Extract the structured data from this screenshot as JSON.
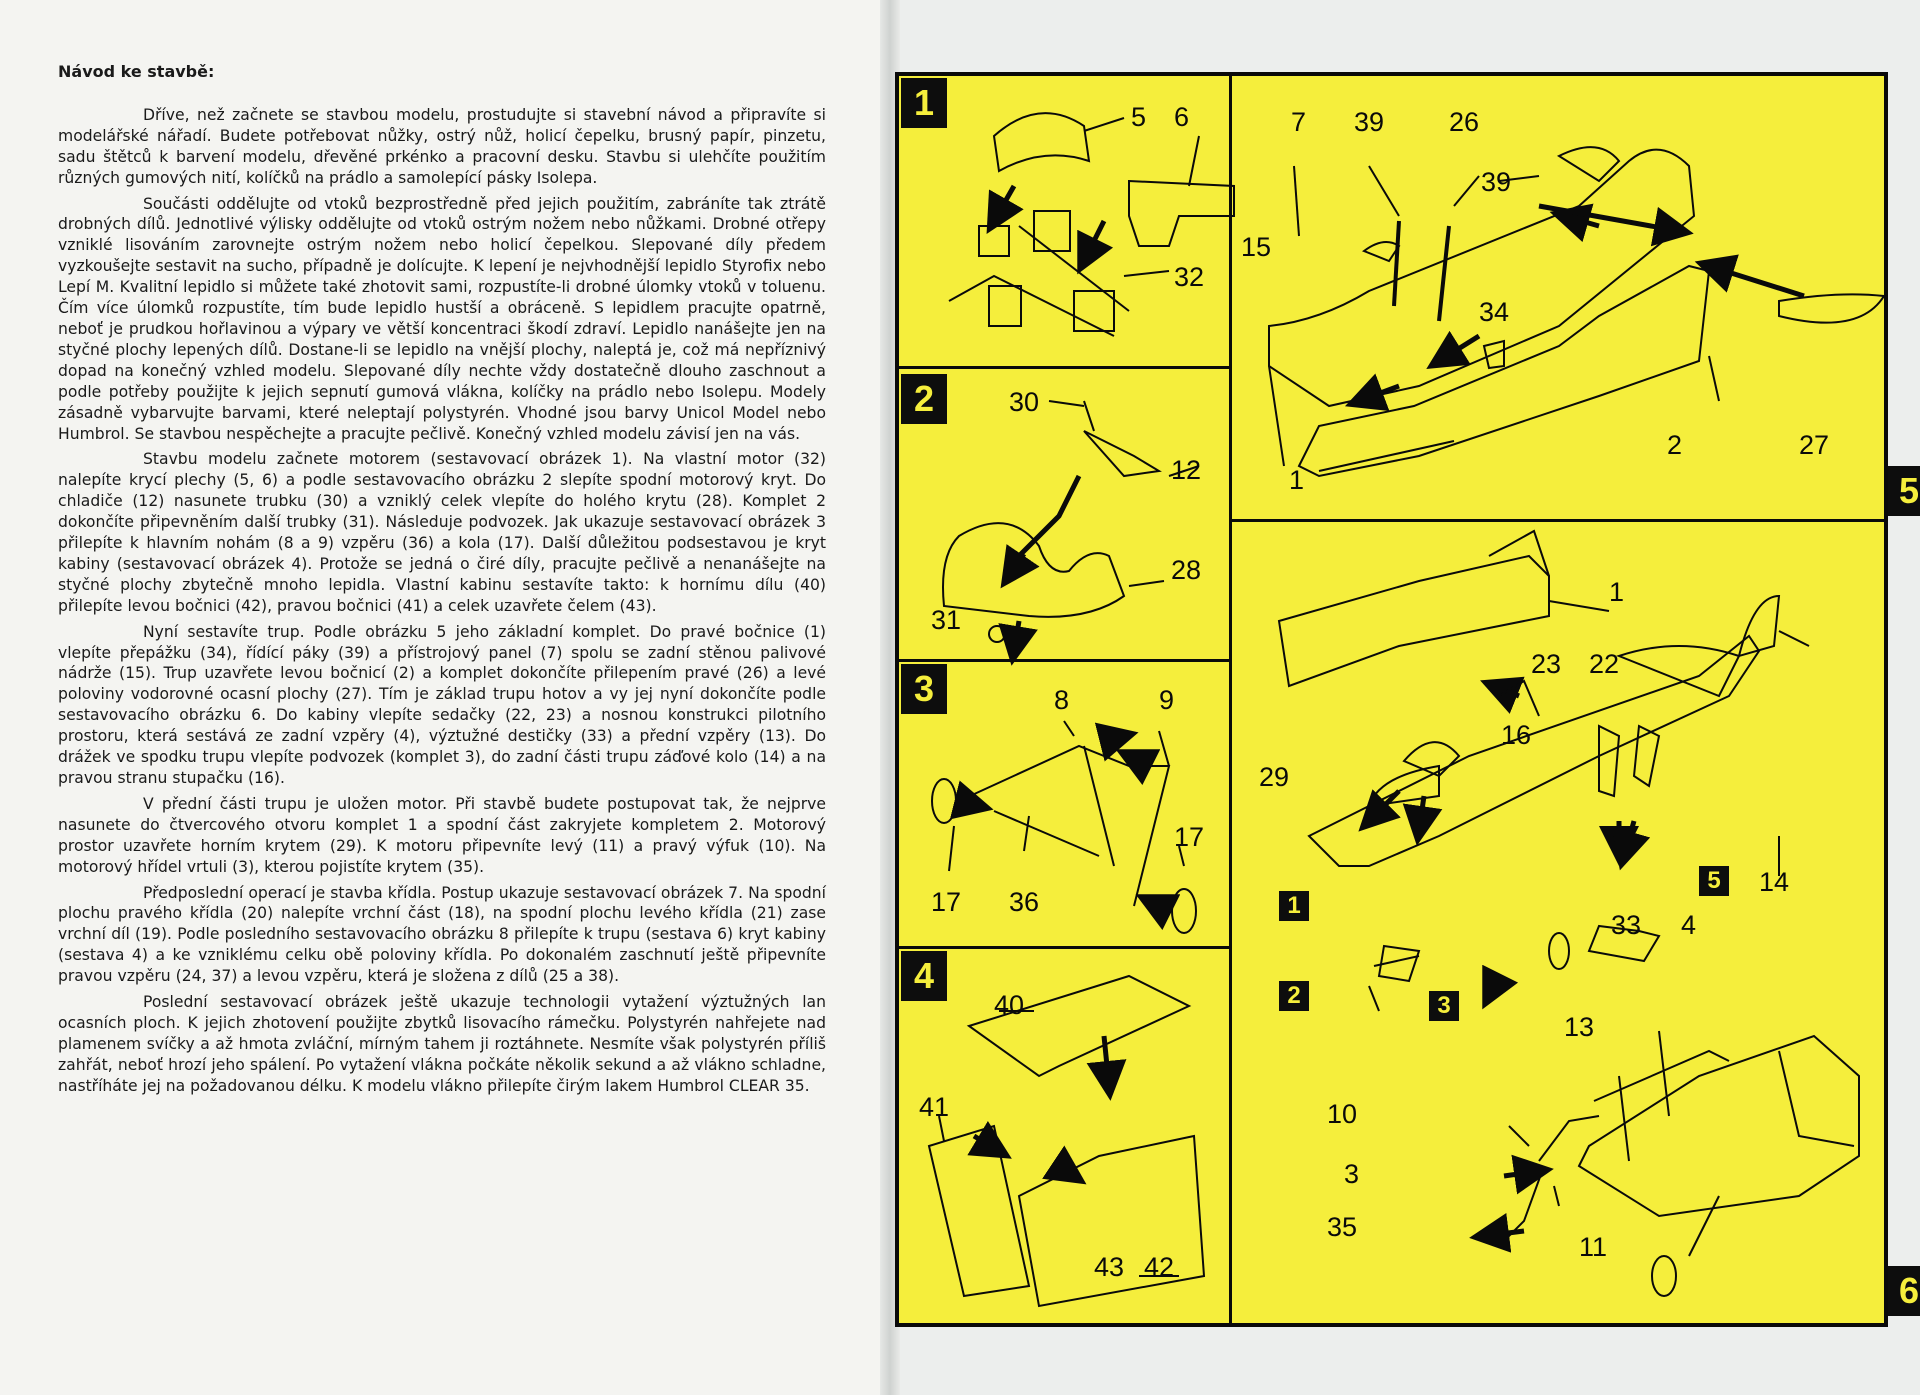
{
  "heading": "Návod ke stavbě:",
  "paragraphs": [
    "Dříve, než začnete se stavbou modelu, prostudujte si stavební návod a připravíte si modelářské nářadí. Budete potřebovat nůžky, ostrý nůž, holicí čepelku, brusný papír, pinzetu, sadu štětců k barvení modelu, dřevěné prkénko a pracovní desku. Stavbu si ulehčíte použitím různých gumových nití, kolíčků na prádlo a samolepící pásky Isolepa.",
    "Součásti oddělujte od vtoků bezprostředně před jejich použitím, zabráníte tak ztrátě drobných dílů. Jednotlivé výlisky oddělujte od vtoků ostrým nožem nebo nůžkami. Drobné otřepy vzniklé lisováním zarovnejte ostrým nožem nebo holicí čepelkou. Slepované díly předem vyzkoušejte sestavit na sucho, případně je dolícujte. K lepení je nejvhodnější lepidlo Styrofix nebo Lepí M. Kvalitní lepidlo si můžete také zhotovit sami, rozpustíte-li drobné úlomky vtoků v toluenu. Čím více úlomků rozpustíte, tím bude lepidlo hustší a obráceně. S lepidlem pracujte opatrně, neboť je prudkou hořlavinou a výpary ve větší koncentraci škodí zdraví. Lepidlo nanášejte jen na styčné plochy lepených dílů. Dostane-li se lepidlo na vnější plochy, naleptá je, což má nepříznivý dopad na konečný vzhled modelu. Slepované díly nechte vždy dostatečně dlouho zaschnout a podle potřeby použijte k jejich sepnutí gumová vlákna, kolíčky na prádlo nebo Isolepu. Modely zásadně vybarvujte barvami, které neleptají polystyrén. Vhodné jsou barvy Unicol Model nebo Humbrol. Se stavbou nespěchejte a pracujte pečlivě. Konečný vzhled modelu závisí jen na vás.",
    "Stavbu modelu začnete motorem (sestavovací obrázek 1). Na vlastní motor (32) nalepíte krycí plechy (5, 6) a podle sestavovacího obrázku 2 slepíte spodní motorový kryt. Do chladiče (12) nasunete trubku (30) a vzniklý celek vlepíte do holého krytu (28). Komplet 2 dokončíte připevněním další trubky (31). Následuje podvozek. Jak ukazuje sestavovací obrázek 3 přilepíte k hlavním nohám (8 a 9) vzpěru (36) a kola (17). Další důležitou podsestavou je kryt kabiny (sestavovací obrázek 4). Protože se jedná o čiré díly, pracujte pečlivě a nenanášejte na styčné plochy zbytečně mnoho lepidla. Vlastní kabinu sestavíte takto: k hornímu dílu (40) přilepíte levou bočnici (42), pravou bočnici (41) a celek uzavřete čelem (43).",
    "Nyní sestavíte trup. Podle obrázku 5 jeho základní komplet. Do pravé bočnice (1) vlepíte přepážku (34), řídící páky (39) a přístrojový panel (7) spolu se zadní stěnou palivové nádrže (15). Trup uzavřete levou bočnicí (2) a komplet dokončíte přilepením pravé (26) a levé poloviny vodorovné ocasní plochy (27). Tím je základ trupu hotov a vy jej nyní dokončíte podle sestavovacího obrázku 6. Do kabiny vlepíte sedačky (22, 23) a nosnou konstrukci pilotního prostoru, která sestává ze zadní vzpěry (4), výztužné destičky (33) a přední vzpěry (13). Do drážek ve spodku trupu vlepíte podvozek (komplet 3), do zadní části trupu záďové kolo (14) a na pravou stranu stupačku (16).",
    "V přední části trupu je uložen motor. Při stavbě budete postupovat tak, že nejprve nasunete do čtvercového otvoru komplet 1 a spodní část zakryjete kompletem 2. Motorový prostor uzavřete horním krytem (29). K motoru připevníte levý (11) a pravý výfuk (10). Na motorový hřídel vrtuli (3), kterou pojistíte krytem (35).",
    "Předposlední operací je stavba křídla. Postup ukazuje sestavovací obrázek 7. Na spodní plochu pravého křídla (20) nalepíte vrchní část (18), na spodní plochu levého křídla (21) zase vrchní díl (19). Podle posledního sestavovacího obrázku 8 přilepíte k trupu (sestava 6) kryt kabiny (sestava 4) a ke vzniklému celku obě poloviny křídla. Po dokonalém zaschnutí ještě připevníte pravou vzpěru (24, 37) a levou vzpěru, která je složena z dílů (25 a 38).",
    "Poslední sestavovací obrázek ještě ukazuje technologii vytažení výztužných lan ocasních ploch. K jejich zhotovení použijte zbytků lisovacího rámečku. Polystyrén nahřejete nad plamenem svíčky a až hmota zvláční, mírným tahem ji roztáhnete. Nesmíte však polystyrén příliš zahřát, neboť hrozí jeho spálení. Po vytažení vlákna počkáte několik sekund a až vlákno schladne, nastříháte jej na požadovanou délku. K modelu vlákno přilepíte čirým lakem Humbrol CLEAR 35."
  ],
  "steps": {
    "s1": "1",
    "s2": "2",
    "s3": "3",
    "s4": "4",
    "s5": "5",
    "s6": "6"
  },
  "labels": {
    "p1": [
      "5",
      "6",
      "32"
    ],
    "p2": [
      "30",
      "12",
      "28",
      "31"
    ],
    "p3": [
      "8",
      "9",
      "17",
      "36",
      "17"
    ],
    "p4": [
      "40",
      "41",
      "43",
      "42"
    ],
    "p5": [
      "7",
      "39",
      "26",
      "39",
      "15",
      "34",
      "1",
      "2",
      "27"
    ],
    "p6": [
      "1",
      "23",
      "22",
      "16",
      "29",
      "14",
      "33",
      "4",
      "13",
      "10",
      "3",
      "35",
      "11"
    ]
  },
  "badges": {
    "b5a": "5",
    "b1": "1",
    "b2": "2",
    "b3": "3"
  },
  "colors": {
    "sheet": "#f5ee3c",
    "ink": "#0a0a0a"
  }
}
